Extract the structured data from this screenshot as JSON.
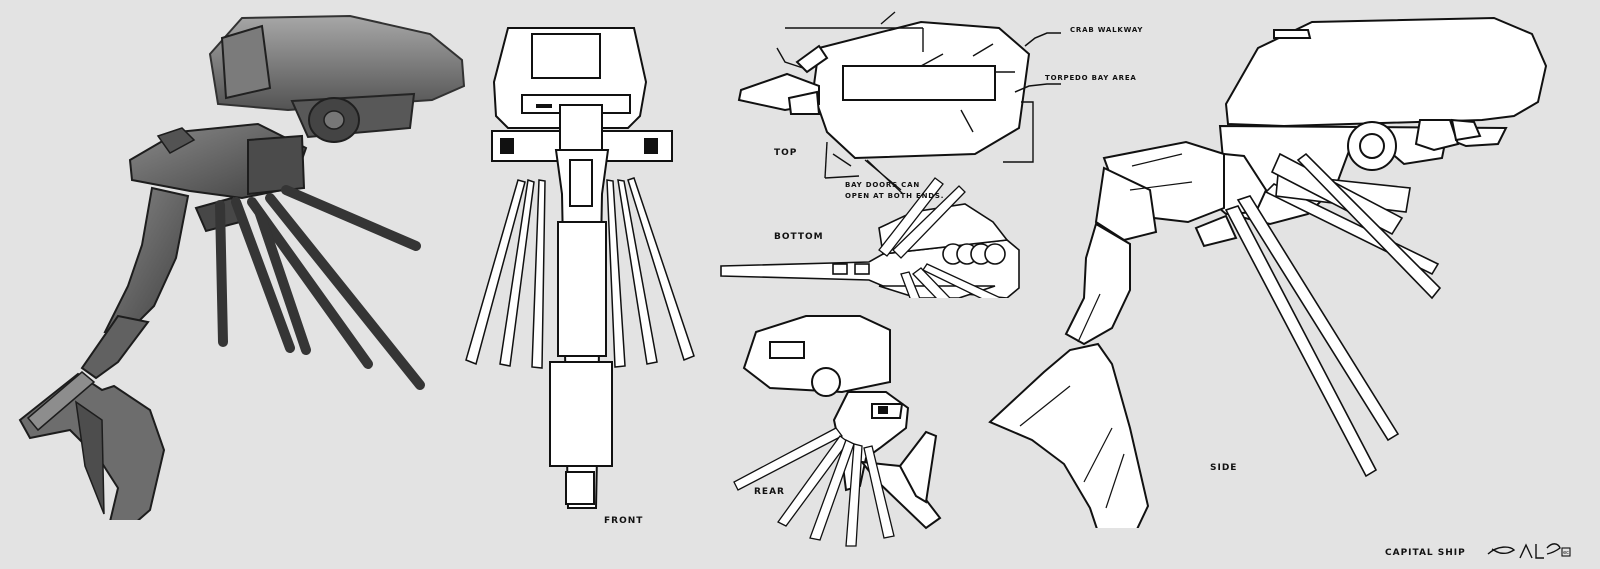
{
  "sheet": {
    "title": "CAPITAL SHIP",
    "background": "#e3e3e3"
  },
  "views": {
    "front": "FRONT",
    "top": "TOP",
    "bottom": "BOTTOM",
    "rear": "REAR",
    "side": "SIDE"
  },
  "callouts": {
    "crab_walkway": "CRAB WALKWAY",
    "torpedo_bay": "TORPEDO BAY AREA",
    "bay_doors": "BAY DOORS CAN\nOPEN AT BOTH ENDS."
  },
  "signature": {
    "text": "E.CAL"
  },
  "colors": {
    "line": "#111111",
    "render_dark": "#4a4a4a",
    "render_mid": "#777777",
    "render_light": "#a6a6a6",
    "white": "#ffffff"
  }
}
